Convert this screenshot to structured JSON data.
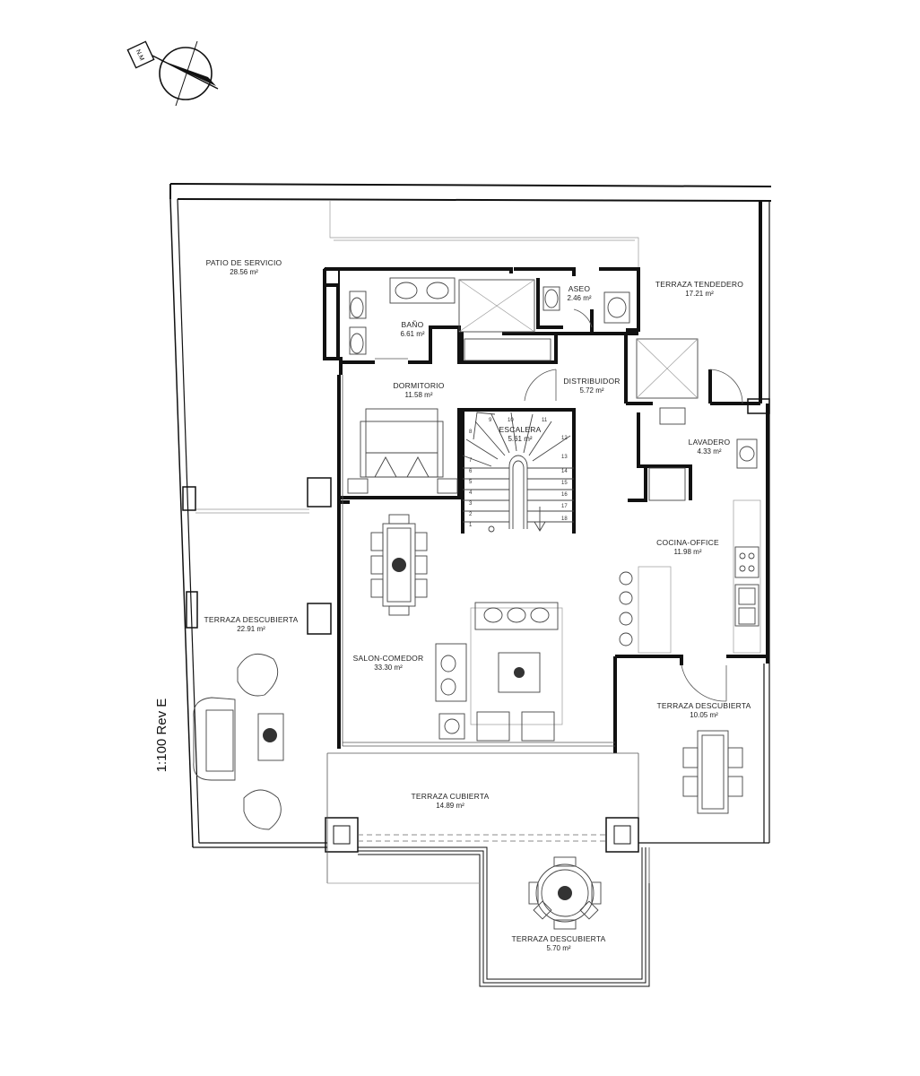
{
  "north_label": "N.M",
  "scale_label": "1:100 Rev E",
  "rooms": {
    "patio": {
      "name": "PATIO DE SERVICIO",
      "area": "28.56 m²"
    },
    "terraza_tendedero": {
      "name": "TERRAZA TENDEDERO",
      "area": "17.21 m²"
    },
    "bano": {
      "name": "BAÑO",
      "area": "6.61 m²"
    },
    "aseo": {
      "name": "ASEO",
      "area": "2.46 m²"
    },
    "dormitorio": {
      "name": "DORMITORIO",
      "area": "11.58 m²"
    },
    "distribuidor": {
      "name": "DISTRIBUIDOR",
      "area": "5.72 m²"
    },
    "escalera": {
      "name": "ESCALERA",
      "area": "5.61 m²"
    },
    "lavadero": {
      "name": "LAVADERO",
      "area": "4.33 m²"
    },
    "cocina": {
      "name": "COCINA-OFFICE",
      "area": "11.98 m²"
    },
    "salon": {
      "name": "SALON-COMEDOR",
      "area": "33.30 m²"
    },
    "terraza_desc_w": {
      "name": "TERRAZA DESCUBIERTA",
      "area": "22.91 m²"
    },
    "terraza_desc_e": {
      "name": "TERRAZA DESCUBIERTA",
      "area": "10.05 m²"
    },
    "terraza_cubierta": {
      "name": "TERRAZA CUBIERTA",
      "area": "14.89 m²"
    },
    "terraza_desc_s": {
      "name": "TERRAZA DESCUBIERTA",
      "area": "5.70 m²"
    }
  },
  "stairs": {
    "steps": [
      "1",
      "2",
      "3",
      "4",
      "5",
      "6",
      "7",
      "8",
      "9",
      "10",
      "11",
      "12",
      "13",
      "14",
      "15",
      "16",
      "17",
      "18"
    ]
  }
}
